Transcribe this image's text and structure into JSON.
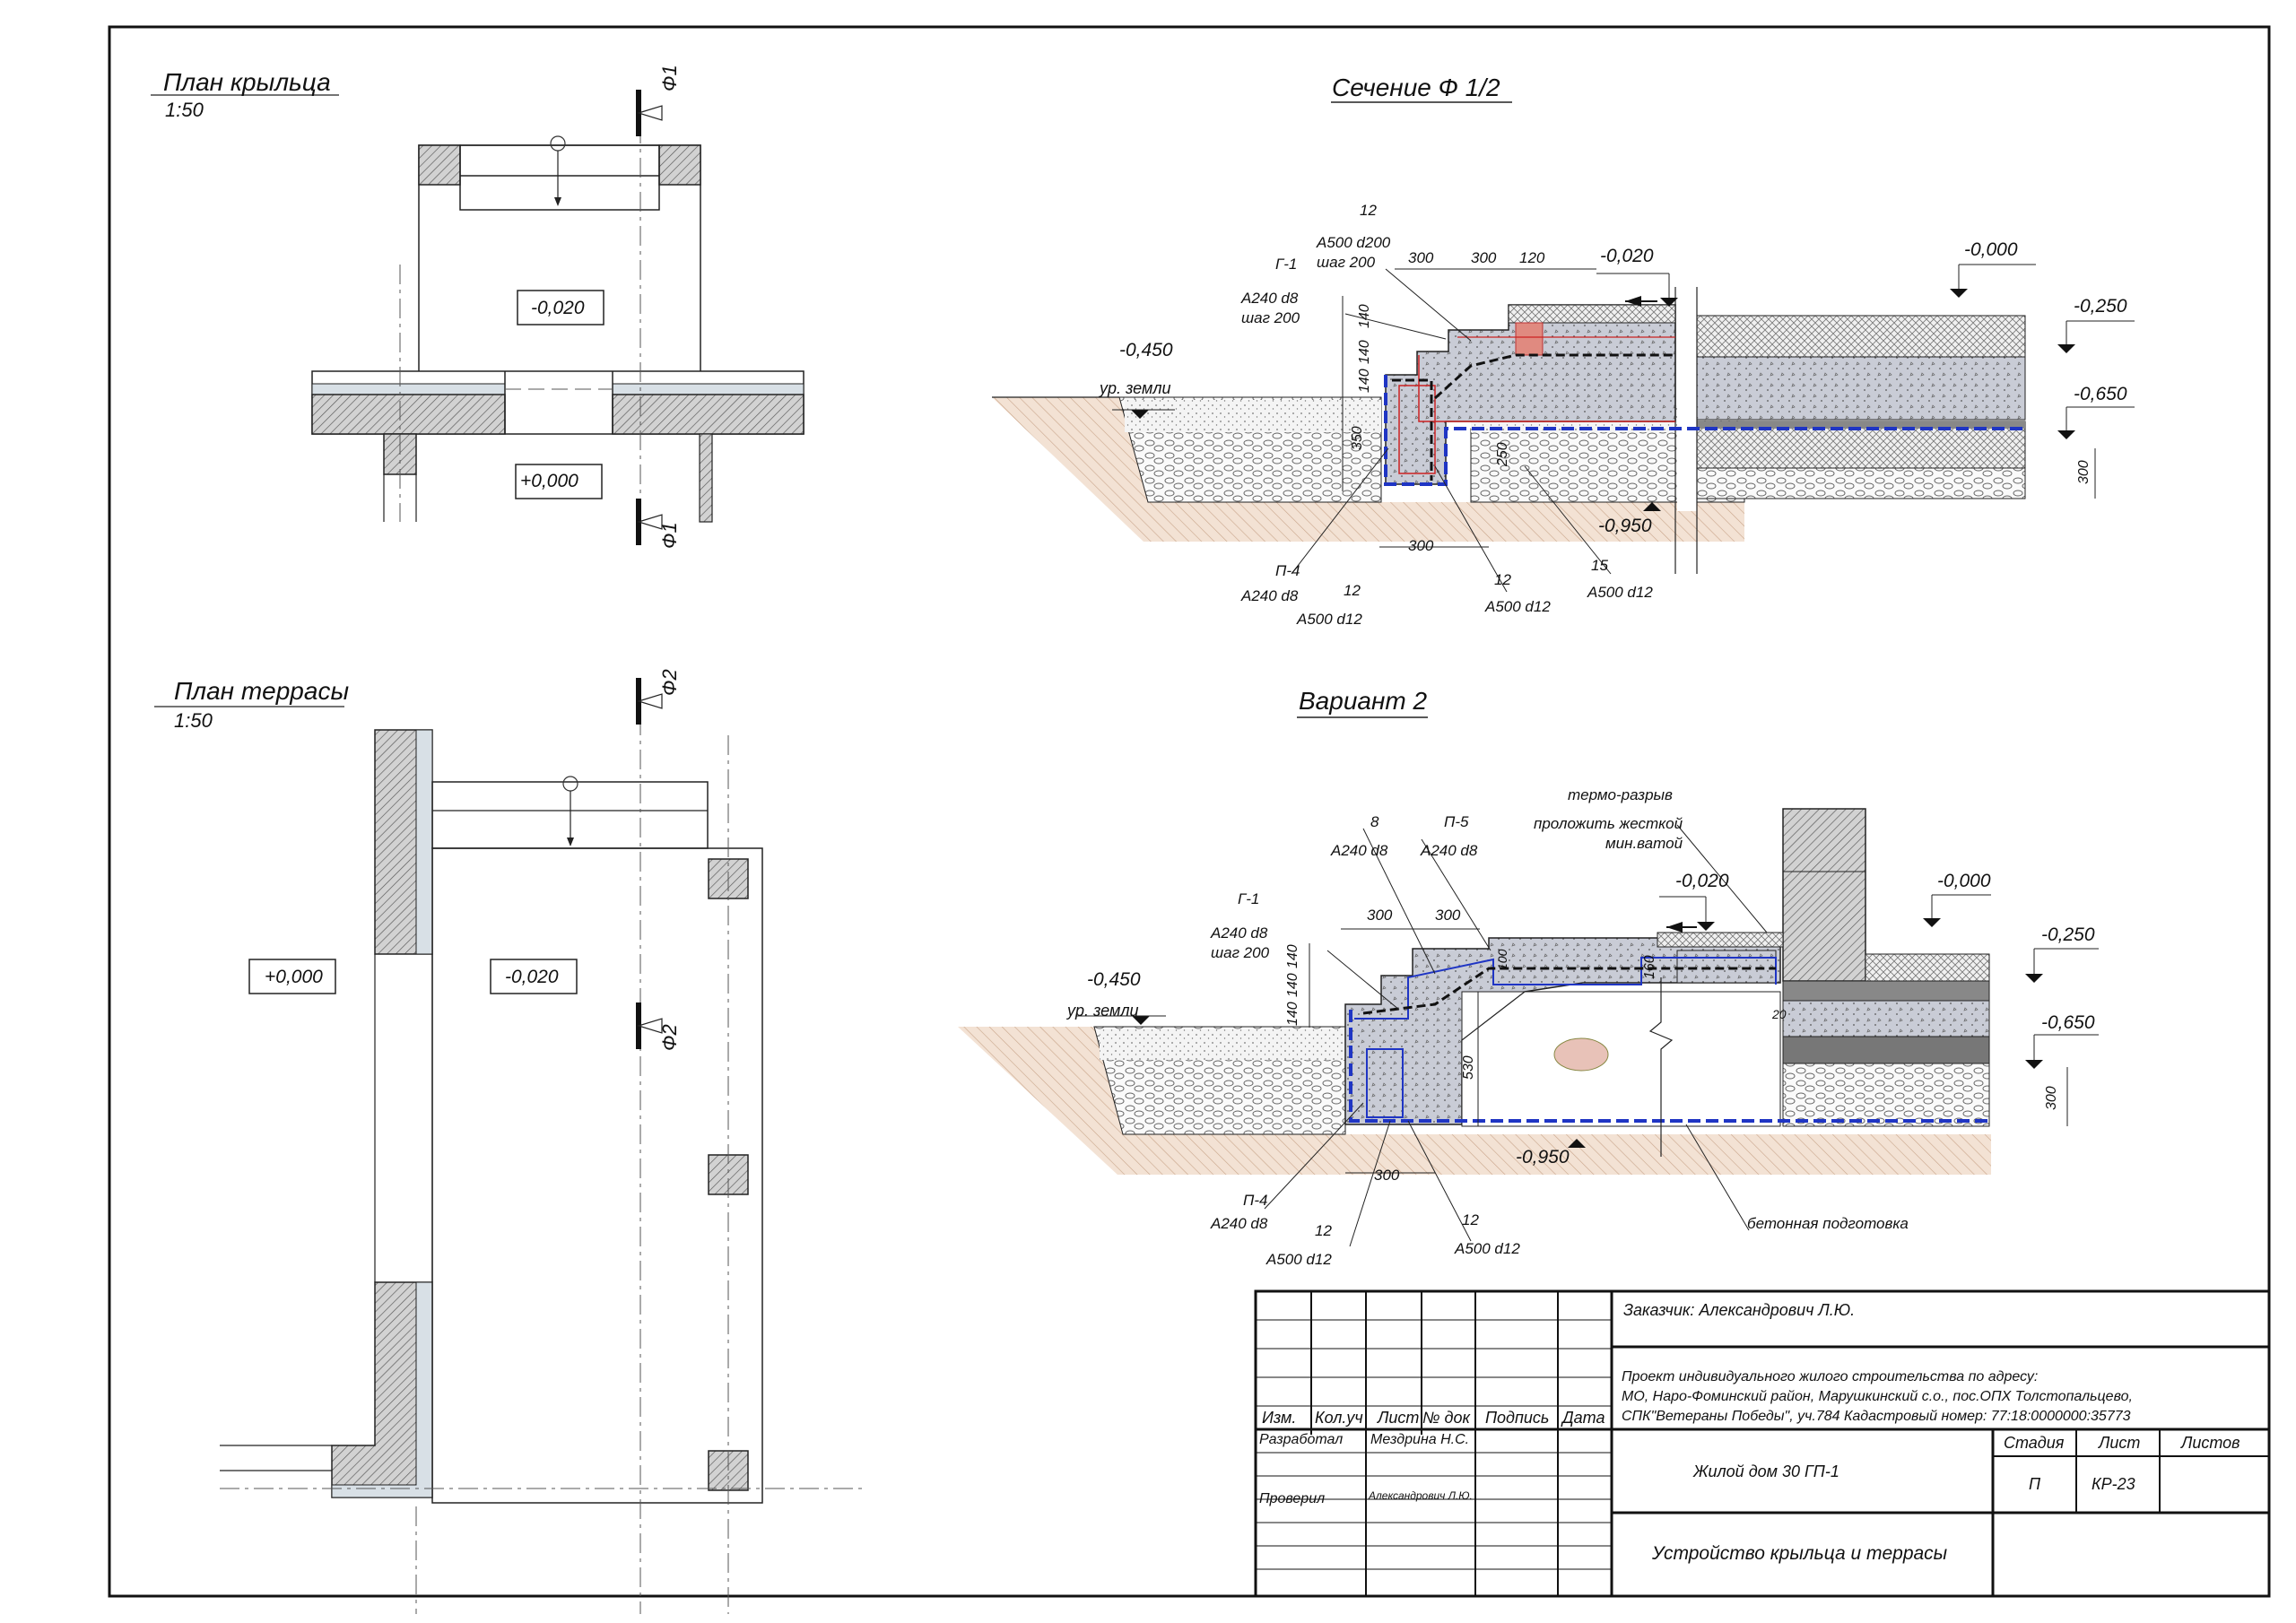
{
  "plan_porch": {
    "title": "План крыльца",
    "scale": "1:50",
    "level_top": "-0,020",
    "level_bottom": "+0,000",
    "cut_label": "Ф1"
  },
  "plan_terrace": {
    "title": "План террасы",
    "scale": "1:50",
    "level_left": "+0,000",
    "level_right": "-0,020",
    "cut_label": "Ф2"
  },
  "section1": {
    "title": "Сечение  Ф 1/2",
    "levels": [
      "-0,020",
      "-0,000",
      "-0,250",
      "-0,450",
      "-0,650",
      "-0,950"
    ],
    "ground_label": "ур. земли",
    "dims": [
      "300",
      "300",
      "120",
      "140",
      "140",
      "140",
      "350",
      "250",
      "300",
      "300"
    ],
    "labels": {
      "g1": "Г-1",
      "a240_d8_step": "А240 d8",
      "step200": "шаг 200",
      "a500_d200": "А500 d200",
      "step200b": "шаг 200",
      "n12a": "12",
      "p4": "П-4",
      "a240_d8": "А240 d8",
      "n12b": "12",
      "a500_d12a": "А500 d12",
      "n12c": "12",
      "a500_d12b": "А500 d12",
      "n15": "15",
      "a500_d12c": "А500 d12"
    }
  },
  "section2": {
    "title": "Вариант 2",
    "levels": [
      "-0,020",
      "-0,000",
      "-0,250",
      "-0,450",
      "-0,650",
      "-0,950"
    ],
    "ground_label": "ур. земли",
    "dims": [
      "300",
      "300",
      "140",
      "140",
      "140",
      "530",
      "160",
      "100",
      "20",
      "300",
      "300"
    ],
    "labels": {
      "n8": "8",
      "a240_d8a": "А240 d8",
      "p5": "П-5",
      "a240_d8b": "А240 d8",
      "thermo": "термо-разрыв",
      "lay1": "проложить жесткой",
      "lay2": "мин.ватой",
      "g1": "Г-1",
      "a240_d8c": "А240 d8",
      "step200": "шаг 200",
      "p4": "П-4",
      "a240_d8d": "А240 d8",
      "n12a": "12",
      "a500_d12a": "А500 d12",
      "n12b": "12",
      "a500_d12b": "А500 d12",
      "concrete": "бетонная подготовка"
    }
  },
  "title_block": {
    "customer": "Заказчик: Александрович Л.Ю.",
    "project_line1": "Проект индивидуального жилого строительства по адресу:",
    "project_line2": "МО, Наро-Фоминский район, Марушкинский с.о., пос.ОПХ Толстопальцево,",
    "project_line3": "СПК\"Ветераны Победы\", уч.784  Кадастровый номер: 77:18:0000000:35773",
    "col_izm": "Изм.",
    "col_kol": "Кол.уч",
    "col_list": "Лист",
    "col_doc": "№ док",
    "col_sign": "Подпись",
    "col_date": "Дата",
    "developed_label": "Разработал",
    "developed_name": "Мездрина Н.С.",
    "checked_label": "Проверил",
    "checked_name": "Александрович Л.Ю.",
    "object": "Жилой дом  30 ГП-1",
    "stage_label": "Стадия",
    "sheet_label": "Лист",
    "sheets_label": "Листов",
    "stage": "П",
    "sheet": "КР-23",
    "sheets": "",
    "drawing": "Устройство крыльца и террасы"
  }
}
